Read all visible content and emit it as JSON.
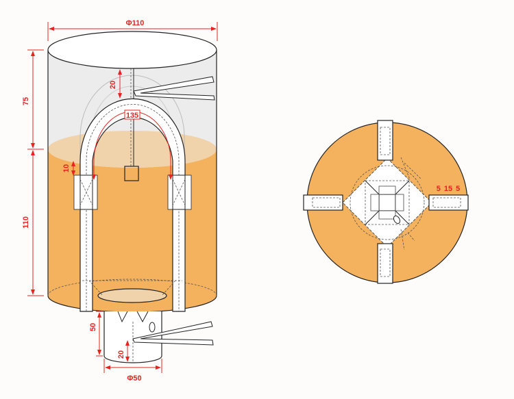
{
  "diagram": {
    "title": "Big bag (FIBC) with cross-corner loops, top duffle and bottom discharge spout",
    "side_view": {
      "top_diameter_label": "Φ110",
      "top_section_height_label": "75",
      "loop_drop_label": "20",
      "loop_length_label": "135",
      "loop_attach_label": "10",
      "body_height_label": "110",
      "spout_height_label": "50",
      "spout_tie_label": "20",
      "spout_diameter_label": "Φ50"
    },
    "top_view": {
      "strap_width_label": "5 15 5"
    },
    "colors": {
      "fill_orange": "#f4b25e",
      "fill_light_orange": "#f0d3aa",
      "fill_grey": "#ececec",
      "dimension_red": "#e8231f"
    }
  }
}
